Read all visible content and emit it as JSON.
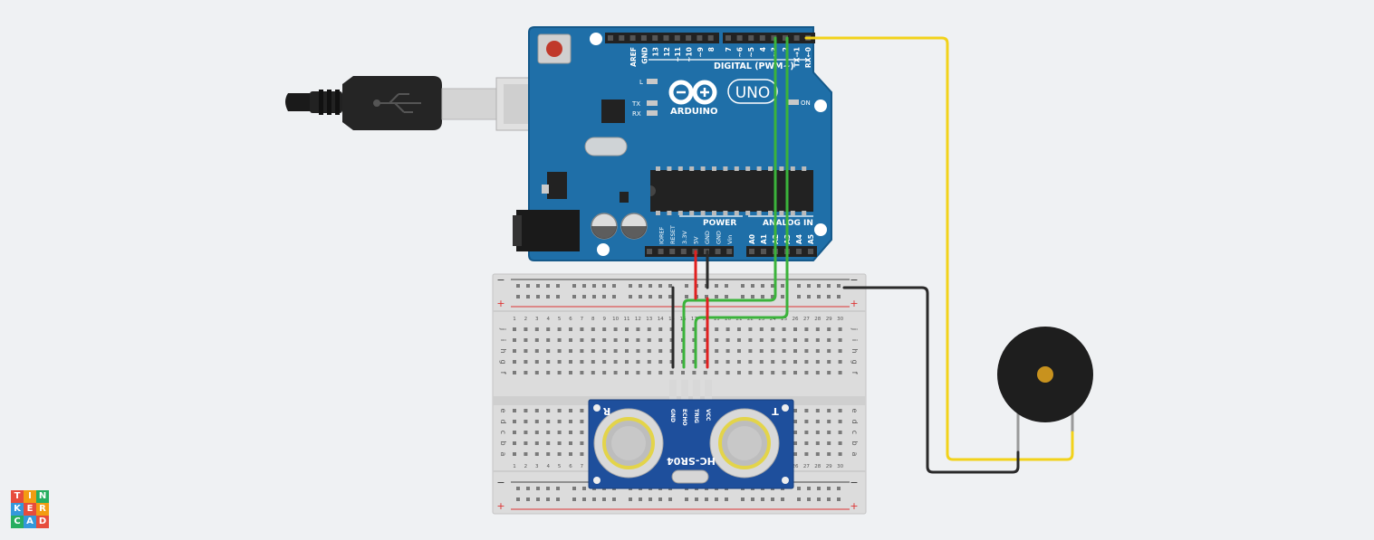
{
  "arduino": {
    "reset_label": "",
    "header_pins_top": [
      "AREF",
      "GND",
      "13",
      "12",
      "~11",
      "~10",
      "~9",
      "8",
      "7",
      "~6",
      "~5",
      "4",
      "~3",
      "2",
      "TX→1",
      "RX←0"
    ],
    "digital_label": "DIGITAL (PWM~)",
    "led_l": "L",
    "led_tx": "TX",
    "led_rx": "RX",
    "on_label": "ON",
    "brand": "ARDUINO",
    "model": "UNO",
    "power_label": "POWER",
    "analog_label": "ANALOG IN",
    "power_pins": [
      "IOREF",
      "RESET",
      "3.3V",
      "5V",
      "GND",
      "GND",
      "Vin"
    ],
    "analog_pins": [
      "A0",
      "A1",
      "A2",
      "A3",
      "A4",
      "A5"
    ]
  },
  "breadboard": {
    "rail_minus": "−",
    "rail_plus": "+",
    "row_letters_top": [
      "j",
      "i",
      "h",
      "g",
      "f"
    ],
    "row_letters_bottom": [
      "e",
      "d",
      "c",
      "b",
      "a"
    ],
    "column_numbers": [
      "1",
      "2",
      "3",
      "4",
      "5",
      "6",
      "7",
      "8",
      "9",
      "10",
      "11",
      "12",
      "13",
      "14",
      "15",
      "16",
      "17",
      "18",
      "19",
      "20",
      "21",
      "22",
      "23",
      "24",
      "25",
      "26",
      "27",
      "28",
      "29",
      "30"
    ]
  },
  "sensor": {
    "model": "HC-SR04",
    "left_mark": "R",
    "right_mark": "T",
    "pins": [
      "GND",
      "ECHO",
      "TRIG",
      "VCC"
    ]
  },
  "logo": {
    "letters": [
      "T",
      "I",
      "N",
      "K",
      "E",
      "R",
      "C",
      "A",
      "D"
    ],
    "colors": [
      "#e74c3c",
      "#f39c12",
      "#27ae60",
      "#3498db",
      "#e74c3c",
      "#f39c12",
      "#27ae60",
      "#3498db",
      "#e74c3c"
    ]
  },
  "colors": {
    "board": "#1f6fa8",
    "wire_red": "#e02020",
    "wire_black": "#222222",
    "wire_green": "#3bb33b",
    "wire_yellow": "#f2d21a"
  }
}
